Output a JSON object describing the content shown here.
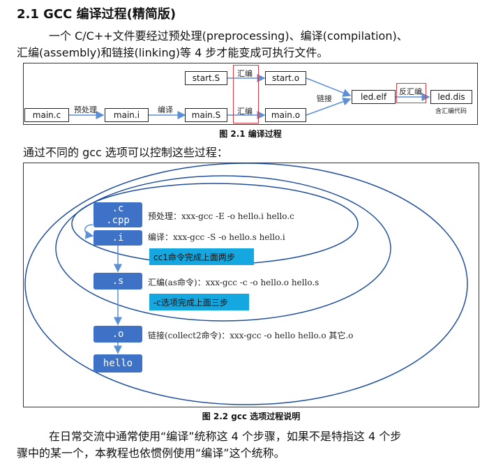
{
  "heading": "2.1 GCC 编译过程(精简版)",
  "intro": {
    "line1": "一个 C/C++文件要经过预处理(preprocessing)、编译(compilation)、",
    "line2": "汇编(assembly)和链接(linking)等 4 步才能变成可执行文件。"
  },
  "figure1": {
    "caption": "图 2.1 编译过程",
    "boxes": {
      "main_c": "main.c",
      "main_i": "main.i",
      "main_S": "main.S",
      "main_o": "main.o",
      "start_S": "start.S",
      "start_o": "start.o",
      "led_elf": "led.elf",
      "led_dis": "led.dis"
    },
    "labels": {
      "preprocess": "预处理",
      "compile": "编译",
      "assemble_top": "汇编",
      "assemble_bottom": "汇编",
      "link": "链接",
      "disassemble": "反汇编",
      "asm_code_note": "含汇编代码"
    }
  },
  "middle_text": "通过不同的 gcc 选项可以控制这些过程：",
  "figure2": {
    "caption": "图 2.2 gcc 选项过程说明",
    "stages": {
      "c_line1": ".c",
      "c_line2": ".cpp",
      "i": ".i",
      "s": ".s",
      "o": ".o",
      "hello": "hello"
    },
    "commands": {
      "preprocess": "预处理：xxx-gcc -E -o hello.i hello.c",
      "compile": "编译：xxx-gcc -S -o hello.s hello.i",
      "assemble": "汇编(as命令)：xxx-gcc -c -o hello.o hello.s",
      "link": "链接(collect2命令)：xxx-gcc -o hello hello.o 其它.o"
    },
    "notes": {
      "cc1": "cc1命令完成上面两步",
      "c_option": "-c选项完成上面三步"
    }
  },
  "closing": {
    "line1": "在日常交流中通常使用“编译”统称这 4 个步骤，如果不是特指这 4 个步",
    "line2": "骤中的某一个，本教程也依惯例使用“编译”这个统称。"
  },
  "colors": {
    "stage_box": "#3e72c7",
    "note_box": "#14a7e0",
    "highlight": "#d9363e",
    "ellipse": "#1f4e9e",
    "arrow": "#5b8fd6"
  }
}
